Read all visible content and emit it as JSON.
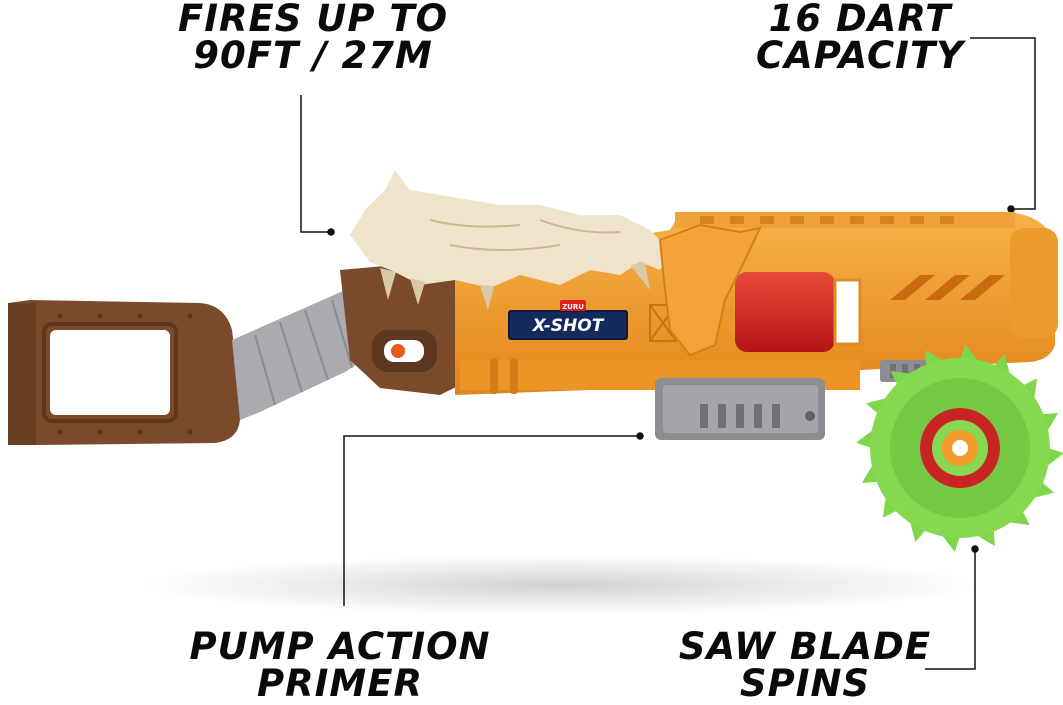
{
  "callouts": {
    "range": {
      "line1": "FIRES UP TO",
      "line2": "90FT / 27M"
    },
    "capacity": {
      "line1": "16 DART",
      "line2": "CAPACITY"
    },
    "pump": {
      "line1": "PUMP ACTION",
      "line2": "PRIMER"
    },
    "saw": {
      "line1": "SAW BLADE",
      "line2": "SPINS"
    }
  },
  "product": {
    "maker_mark": "ZURU",
    "brand_logo": "X-SHOT"
  },
  "colors": {
    "callout_text": "#0a0a0a",
    "leader_line": "#111111",
    "body_orange": "#f39a2a",
    "stock_brown": "#7a4a2a",
    "bone": "#efe3cc",
    "wrap_gray": "#a9abb0",
    "drum_red": "#d82424",
    "saw_green": "#7fd64a"
  }
}
